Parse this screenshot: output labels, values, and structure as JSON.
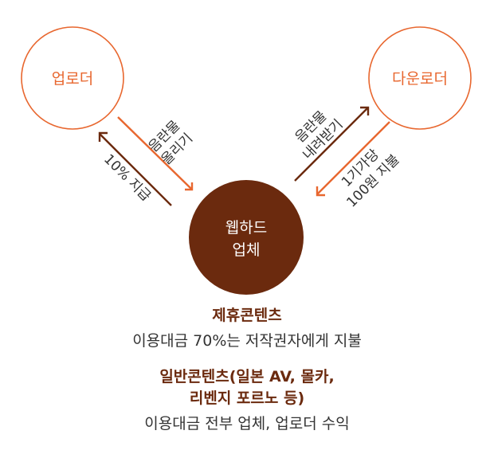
{
  "colors": {
    "orange": "#e8672f",
    "brown": "#6b2a0e",
    "text": "#333333"
  },
  "nodes": {
    "uploader": "업로더",
    "downloader": "다운로더",
    "webhard_line1": "웹하드",
    "webhard_line2": "업체"
  },
  "arrows": {
    "upload_label_line1": "음란물",
    "upload_label_line2": "올리기",
    "pay_uploader_label": "10% 지급",
    "download_label_line1": "음란물",
    "download_label_line2": "내려받기",
    "pay_download_label_line1": "1기가당",
    "pay_download_label_line2": "100원 지불"
  },
  "captions": {
    "partner_title": "제휴콘텐츠",
    "partner_body": "이용대금 70%는 저작권자에게 지불",
    "general_title_line1": "일반콘텐츠(일본 AV, 몰카,",
    "general_title_line2": "리벤지 포르노 등)",
    "general_body": "이용대금 전부 업체, 업로더 수익"
  }
}
